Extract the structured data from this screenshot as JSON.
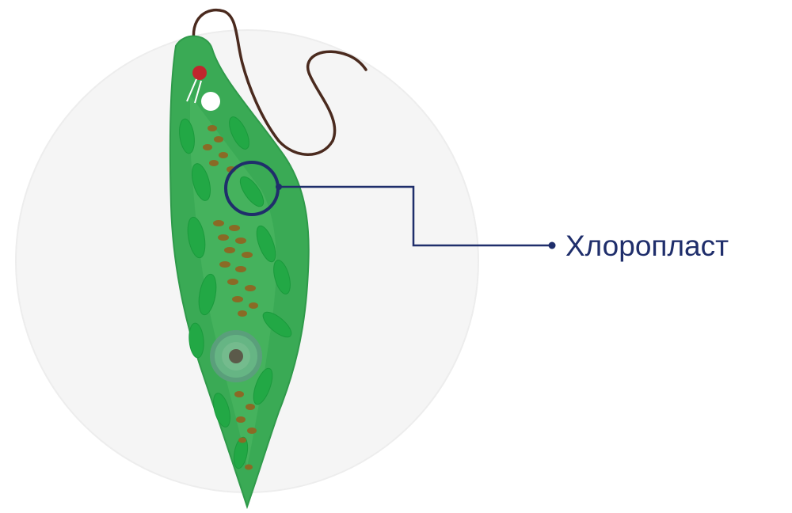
{
  "diagram": {
    "subject": "euglena",
    "labels": [
      {
        "id": "chloroplast",
        "text": "Хлоропласт"
      }
    ],
    "colors": {
      "cell_body": "#3aaa55",
      "cell_outline": "#2e9a48",
      "chloroplast": "#22a845",
      "granules": "#8a6a25",
      "eyespot": "#c0272d",
      "flagellum": "#4a2a1e",
      "nucleus_ring": "#5fa882",
      "nucleus": "#5b5a4a",
      "callout": "#1f2e6b",
      "background_circle": "#f4f4f4"
    }
  }
}
